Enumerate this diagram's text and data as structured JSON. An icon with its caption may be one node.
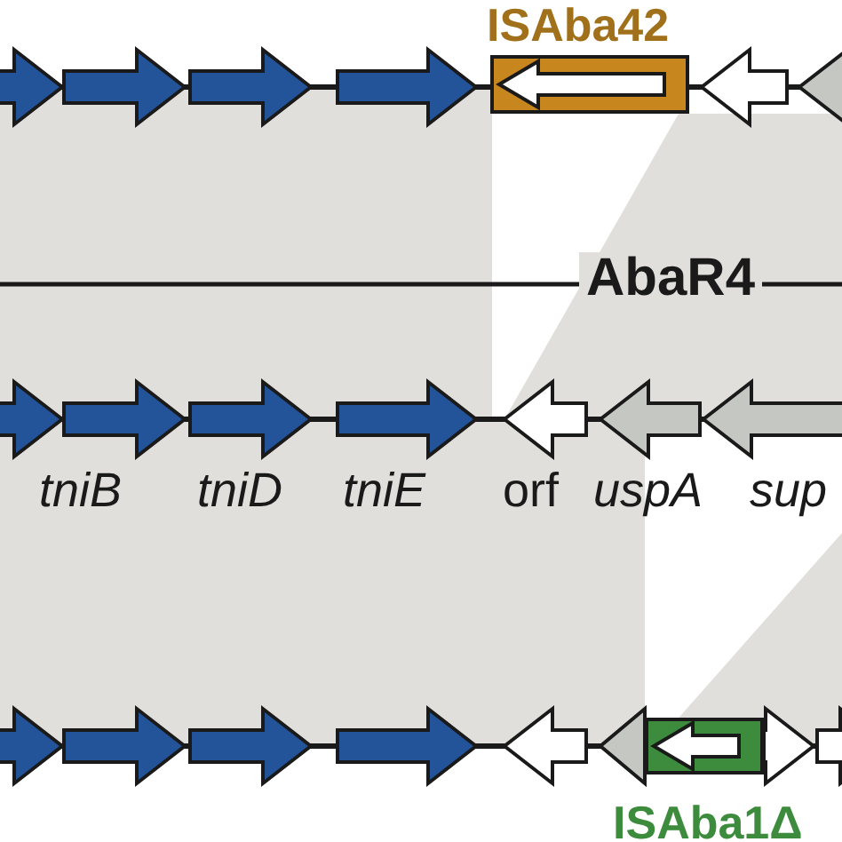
{
  "diagram": {
    "nodes": [
      {
        "text": [
          "ISAba42"
        ]
      },
      {
        "text": [
          "ISAba1Δ"
        ]
      }
    ],
    "labels": [
      "AbaR4",
      "tniB",
      "tniD",
      "tniE",
      "orf",
      "uspA",
      "sup"
    ]
  }
}
